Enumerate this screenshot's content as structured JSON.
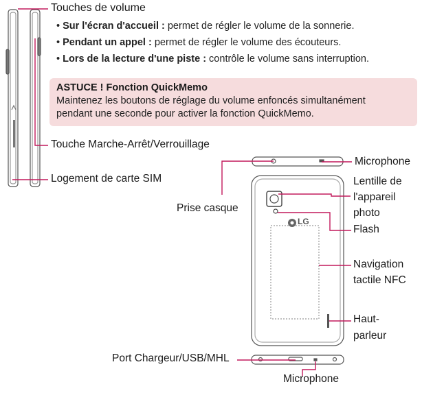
{
  "side_labels": {
    "volume_keys": "Touches de volume",
    "power_lock": "Touche Marche-Arrêt/Verrouillage",
    "sim_slot": "Logement de carte SIM"
  },
  "volume_bullets": [
    {
      "bold": "Sur l'écran d'accueil :",
      "text": " permet de régler le volume de la sonnerie."
    },
    {
      "bold": "Pendant un appel :",
      "text": " permet de régler le volume des écouteurs."
    },
    {
      "bold": "Lors de la lecture d'une piste :",
      "text": " contrôle le volume sans interruption."
    }
  ],
  "tip": {
    "title": "ASTUCE ! Fonction QuickMemo",
    "line1": "Maintenez les boutons de réglage du volume enfoncés simultanément",
    "line2": "pendant une seconde pour activer la fonction QuickMemo."
  },
  "back_labels": {
    "microphone_top": "Microphone",
    "camera_lens_1": "Lentille de",
    "camera_lens_2": "l'appareil",
    "camera_lens_3": "photo",
    "flash": "Flash",
    "headset_jack": "Prise casque",
    "nfc_1": "Navigation",
    "nfc_2": "tactile NFC",
    "speaker_1": "Haut-",
    "speaker_2": "parleur",
    "charger_port": "Port Chargeur/USB/MHL",
    "microphone_bottom": "Microphone"
  },
  "brand_logo": "LG",
  "colors": {
    "leader_line": "#c2185b",
    "tip_background": "#f6dcdd",
    "device_outline": "#555555"
  }
}
